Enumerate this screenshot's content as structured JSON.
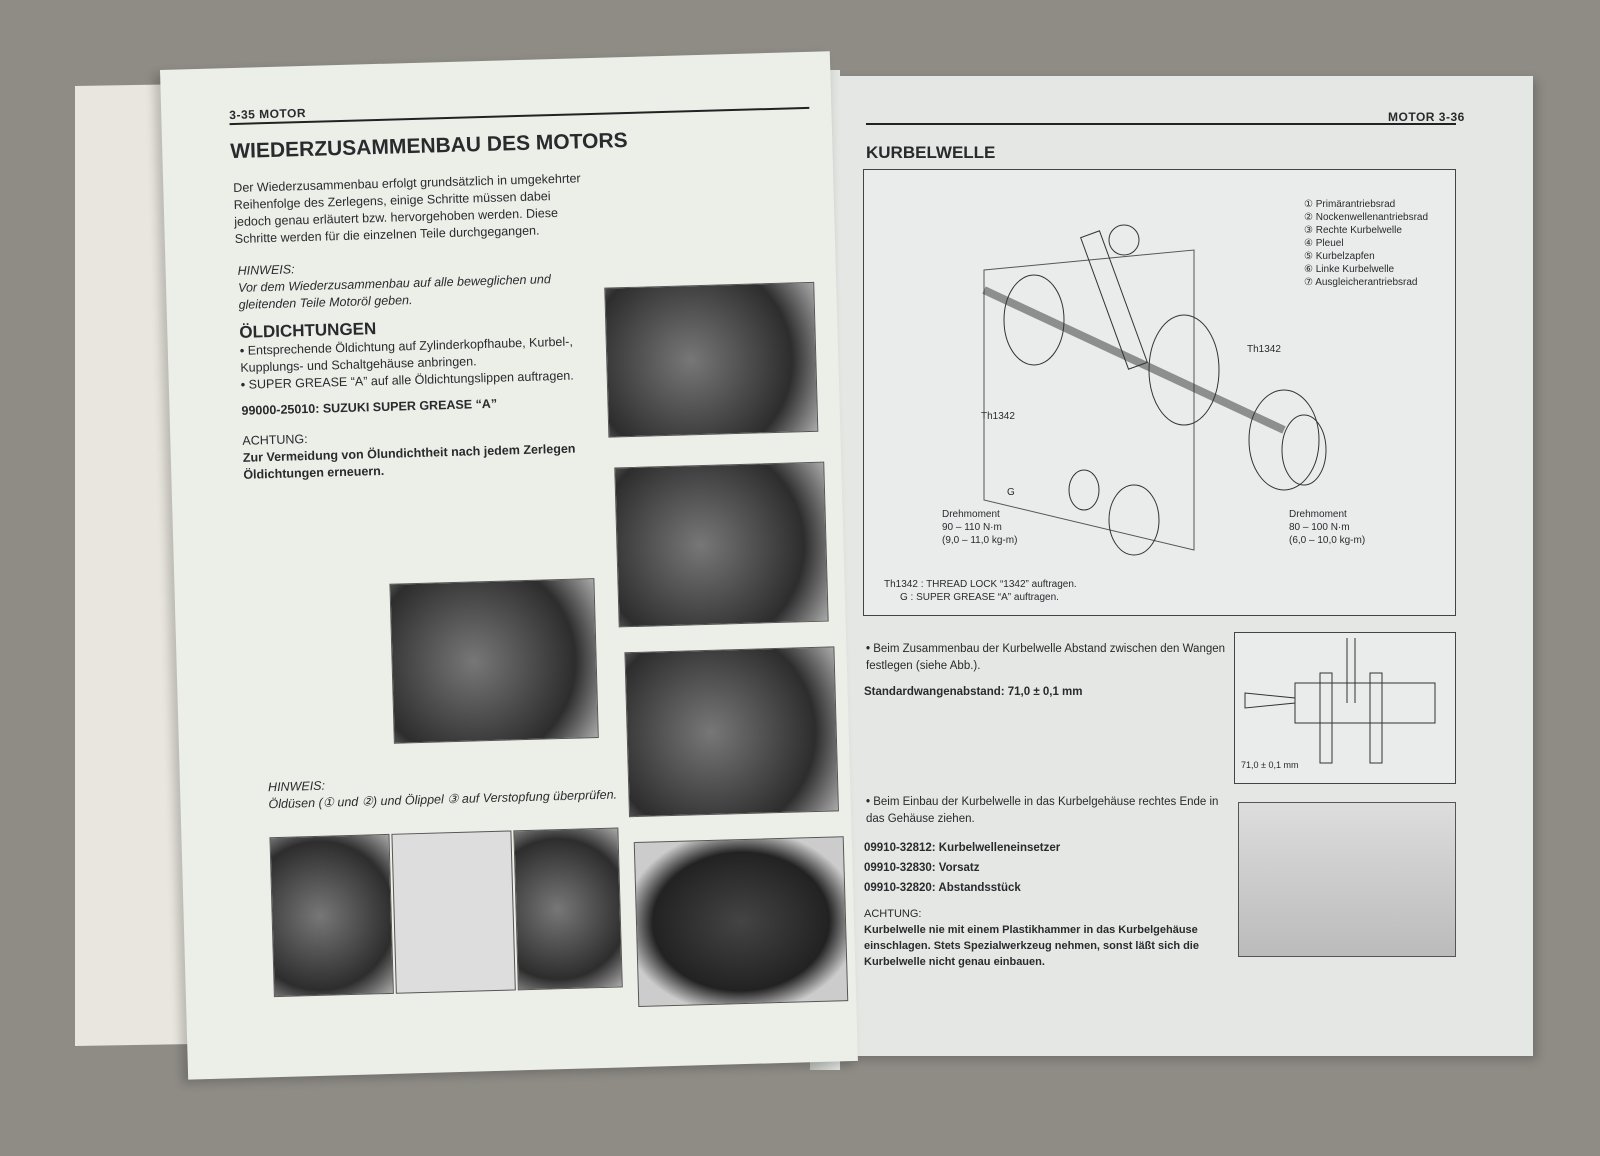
{
  "left_page": {
    "header": "3-35 MOTOR",
    "title": "WIEDERZUSAMMENBAU DES MOTORS",
    "intro": "Der Wiederzusammenbau erfolgt grundsätzlich in umgekehrter Reihenfolge des Zerlegens, einige Schritte müssen dabei jedoch genau erläutert bzw. hervorgehoben werden. Diese Schritte werden für die einzelnen Teile durchgegangen.",
    "note1_label": "HINWEIS:",
    "note1_text": "Vor dem Wiederzusammenbau auf alle beweglichen und gleitenden Teile Motoröl geben.",
    "section": "ÖLDICHTUNGEN",
    "bullets": [
      "Entsprechende Öldichtung auf Zylinderkopfhaube, Kurbel-, Kupplungs- und Schaltgehäuse anbringen.",
      "SUPER GREASE “A” auf alle Öldichtungslippen auftragen."
    ],
    "part": "99000-25010: SUZUKI SUPER GREASE “A”",
    "caution_label": "ACHTUNG:",
    "caution_text": "Zur Vermeidung von Ölundichtheit nach jedem Zerlegen Öldichtungen erneuern.",
    "note2_label": "HINWEIS:",
    "note2_text": "Öldüsen (① und ②) und Ölippel ③ auf Verstopfung überprüfen."
  },
  "right_page": {
    "header": "MOTOR 3-36",
    "title": "KURBELWELLE",
    "legend": [
      "① Primärantriebsrad",
      "② Nockenwellenantriebsrad",
      "③ Rechte Kurbelwelle",
      "④ Pleuel",
      "⑤ Kurbelzapfen",
      "⑥ Linke Kurbelwelle",
      "⑦ Ausgleicherantriebsrad"
    ],
    "th_label": "Th1342",
    "g_label": "G",
    "torque_left": [
      "Drehmoment",
      "90 – 110 N·m",
      "(9,0 – 11,0 kg-m)"
    ],
    "torque_right": [
      "Drehmoment",
      "80 – 100 N·m",
      "(6,0 – 10,0 kg-m)"
    ],
    "fig_notes": [
      "Th1342 : THREAD LOCK “1342” auftragen.",
      "G : SUPER GREASE “A” auftragen."
    ],
    "bullet1": "Beim Zusammenbau der Kurbelwelle Abstand zwischen den Wangen festlegen (siehe Abb.).",
    "spec": "Standardwangenabstand: 71,0 ± 0,1 mm",
    "fig2_label": "71,0 ± 0,1 mm",
    "bullet2": "Beim Einbau der Kurbelwelle in das Kurbelgehäuse rechtes Ende in das Gehäuse ziehen.",
    "tools": [
      "09910-32812: Kurbelwelleneinsetzer",
      "09910-32830: Vorsatz",
      "09910-32820: Abstandsstück"
    ],
    "caution_label": "ACHTUNG:",
    "caution_text": "Kurbelwelle nie mit einem Plastikhammer in das Kurbelgehäuse einschlagen. Stets Spezialwerkzeug nehmen, sonst läßt sich die Kurbelwelle nicht genau einbauen."
  }
}
